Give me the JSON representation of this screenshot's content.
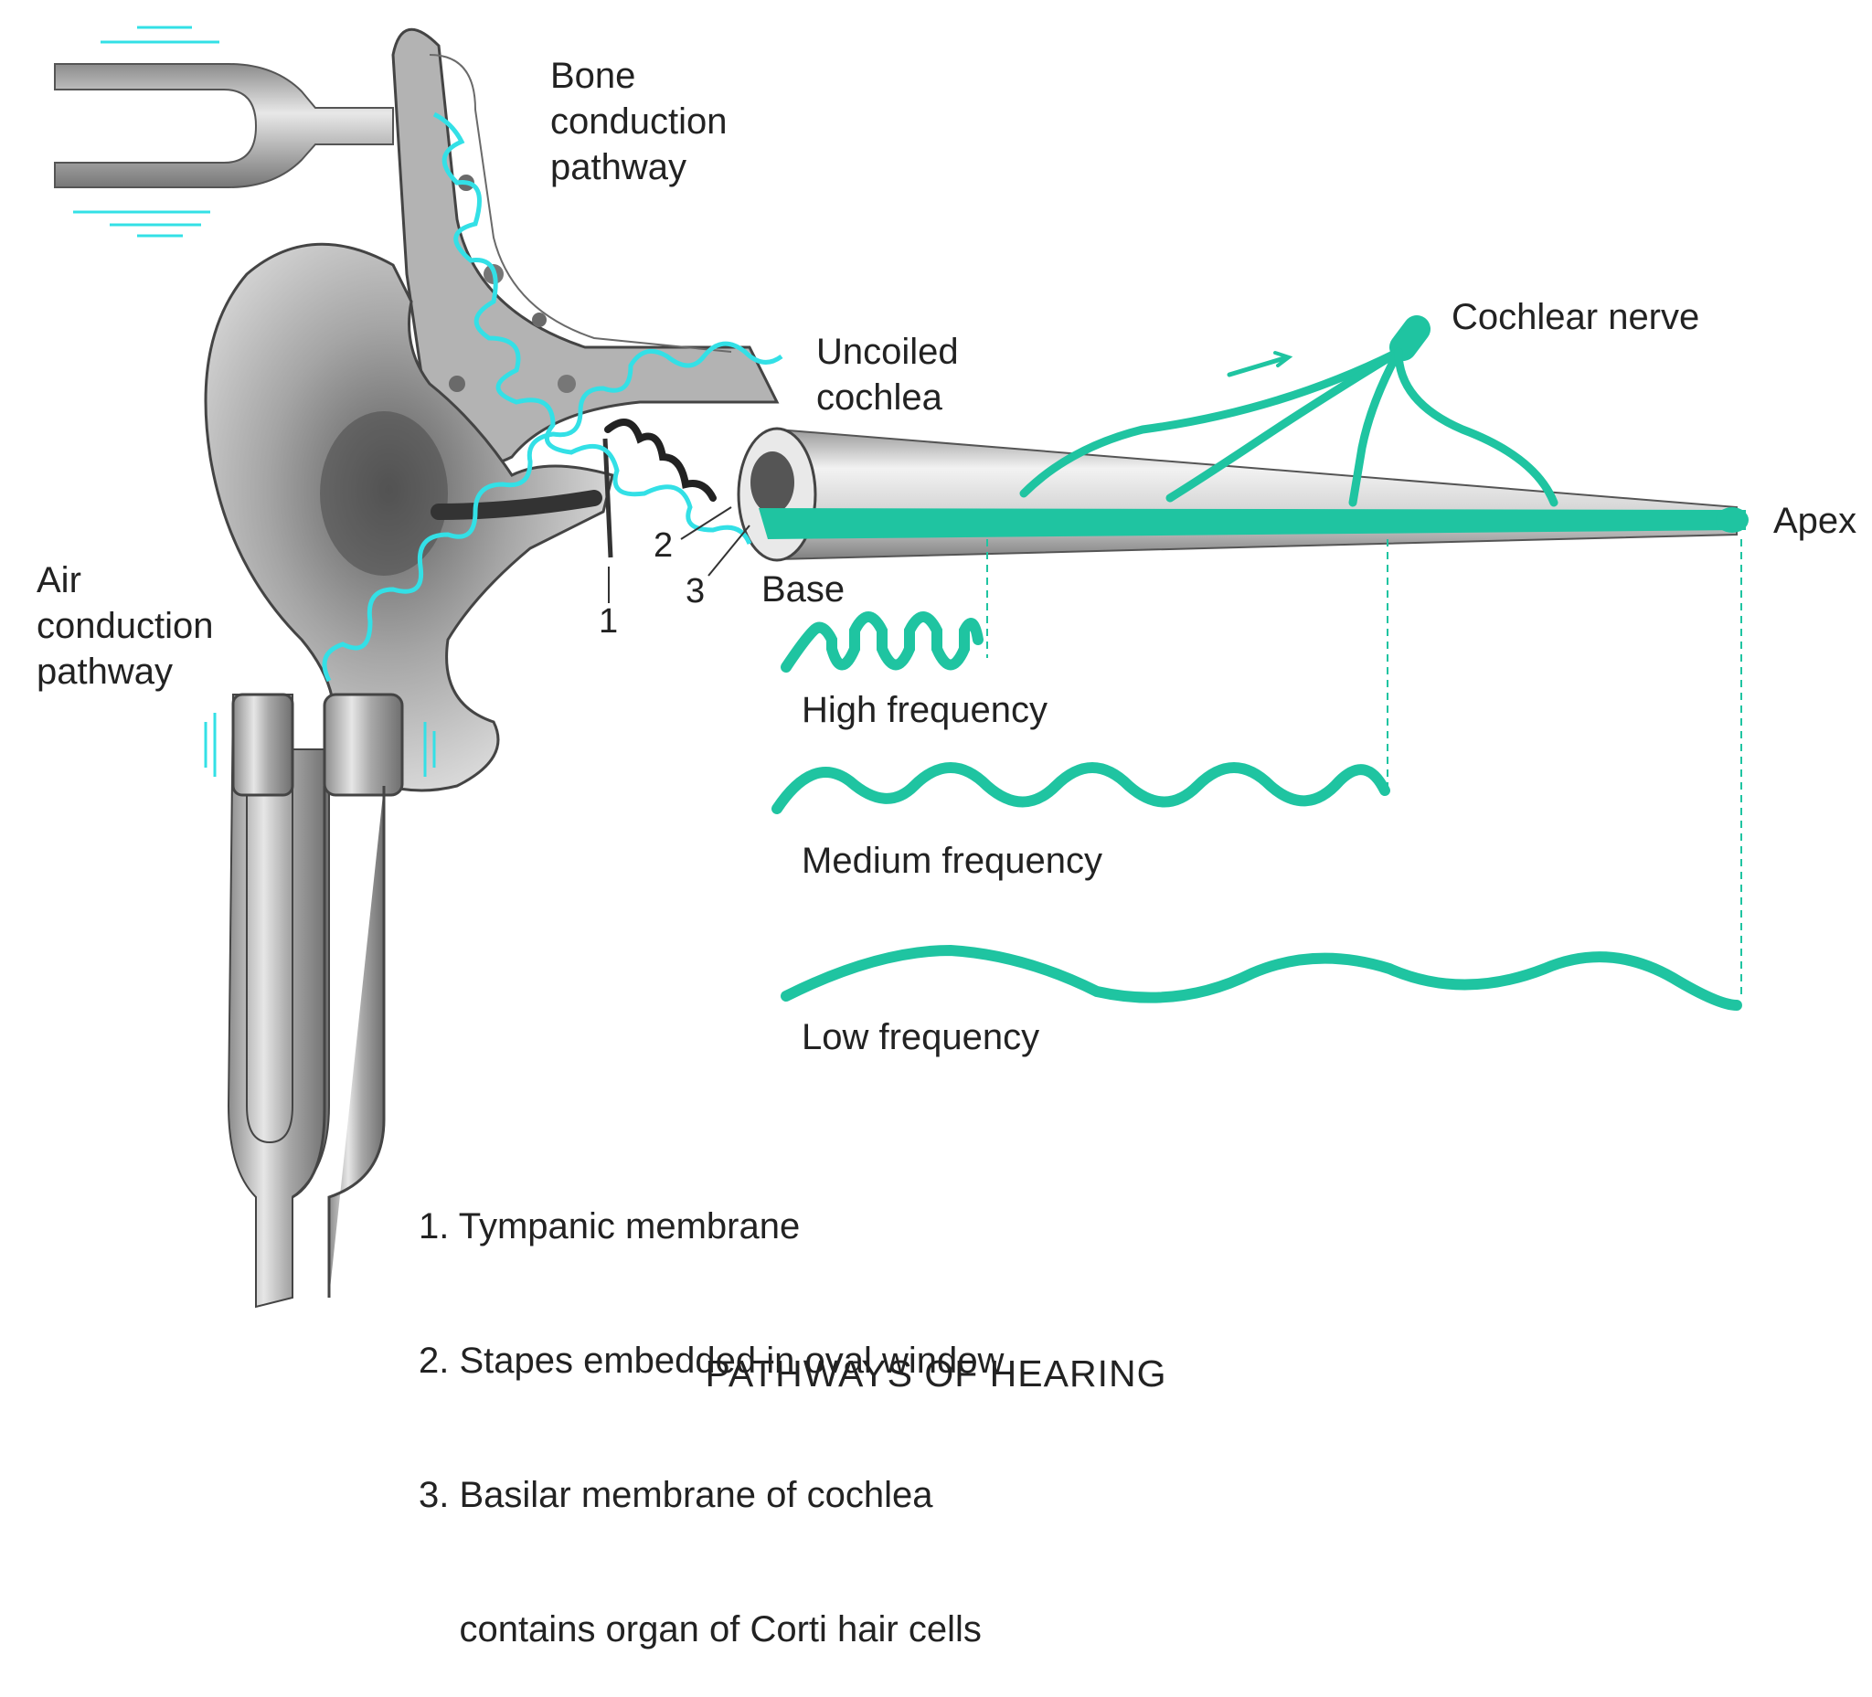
{
  "colors": {
    "teal": "#1fc4a1",
    "cyan": "#33e0e6",
    "metal": "#b9b9b9",
    "bone": "#9c9c9c",
    "ink": "#222222"
  },
  "labels": {
    "bone_pathway": "Bone\nconduction\npathway",
    "air_pathway": "Air\nconduction\npathway",
    "uncoiled_cochlea": "Uncoiled\ncochlea",
    "cochlear_nerve": "Cochlear nerve",
    "apex": "Apex",
    "base": "Base",
    "n1": "1",
    "n2": "2",
    "n3": "3"
  },
  "frequencies": {
    "high": "High frequency",
    "medium": "Medium frequency",
    "low": "Low frequency"
  },
  "legend": [
    "1. Tympanic membrane",
    "2. Stapes embedded in oval window",
    "3. Basilar membrane of cochlea",
    "    contains organ of Corti hair cells"
  ],
  "title": "PATHWAYS OF HEARING",
  "icons": [
    "tuning-fork-icon",
    "tuning-fork-icon",
    "ear-icon",
    "cochlea-icon",
    "nerve-icon"
  ]
}
